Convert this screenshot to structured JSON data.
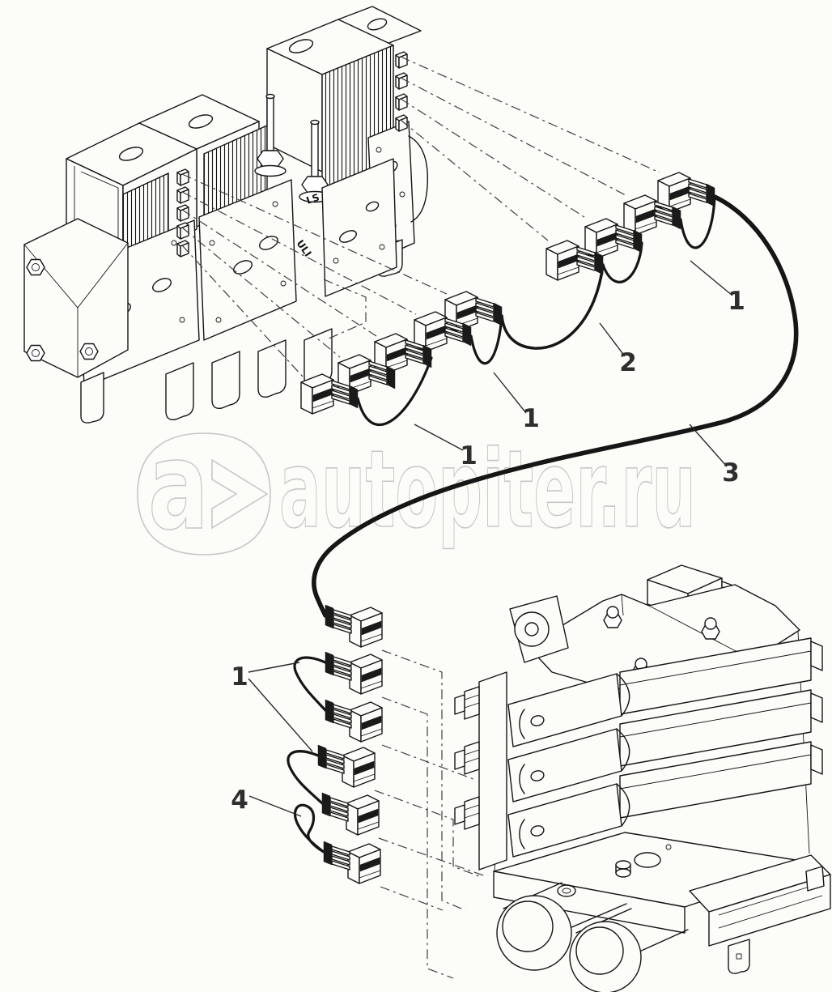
{
  "watermark": {
    "logo_letter": "a",
    "site": "autopiter.ru",
    "color": "#c7c7c7"
  },
  "callouts": [
    {
      "label": "1"
    },
    {
      "label": "2"
    },
    {
      "label": "1"
    },
    {
      "label": "1"
    },
    {
      "label": "3"
    },
    {
      "label": "1"
    },
    {
      "label": "4"
    }
  ],
  "cast_labels": [
    {
      "text": "LS"
    },
    {
      "text": "ULI"
    }
  ],
  "colors": {
    "background": "#fcfcf9",
    "line": "#151515",
    "dash_line": "#3f3f3f",
    "cable": "#161616",
    "callout_text": "#2e2e2e",
    "watermark": "#c7c7c7"
  }
}
